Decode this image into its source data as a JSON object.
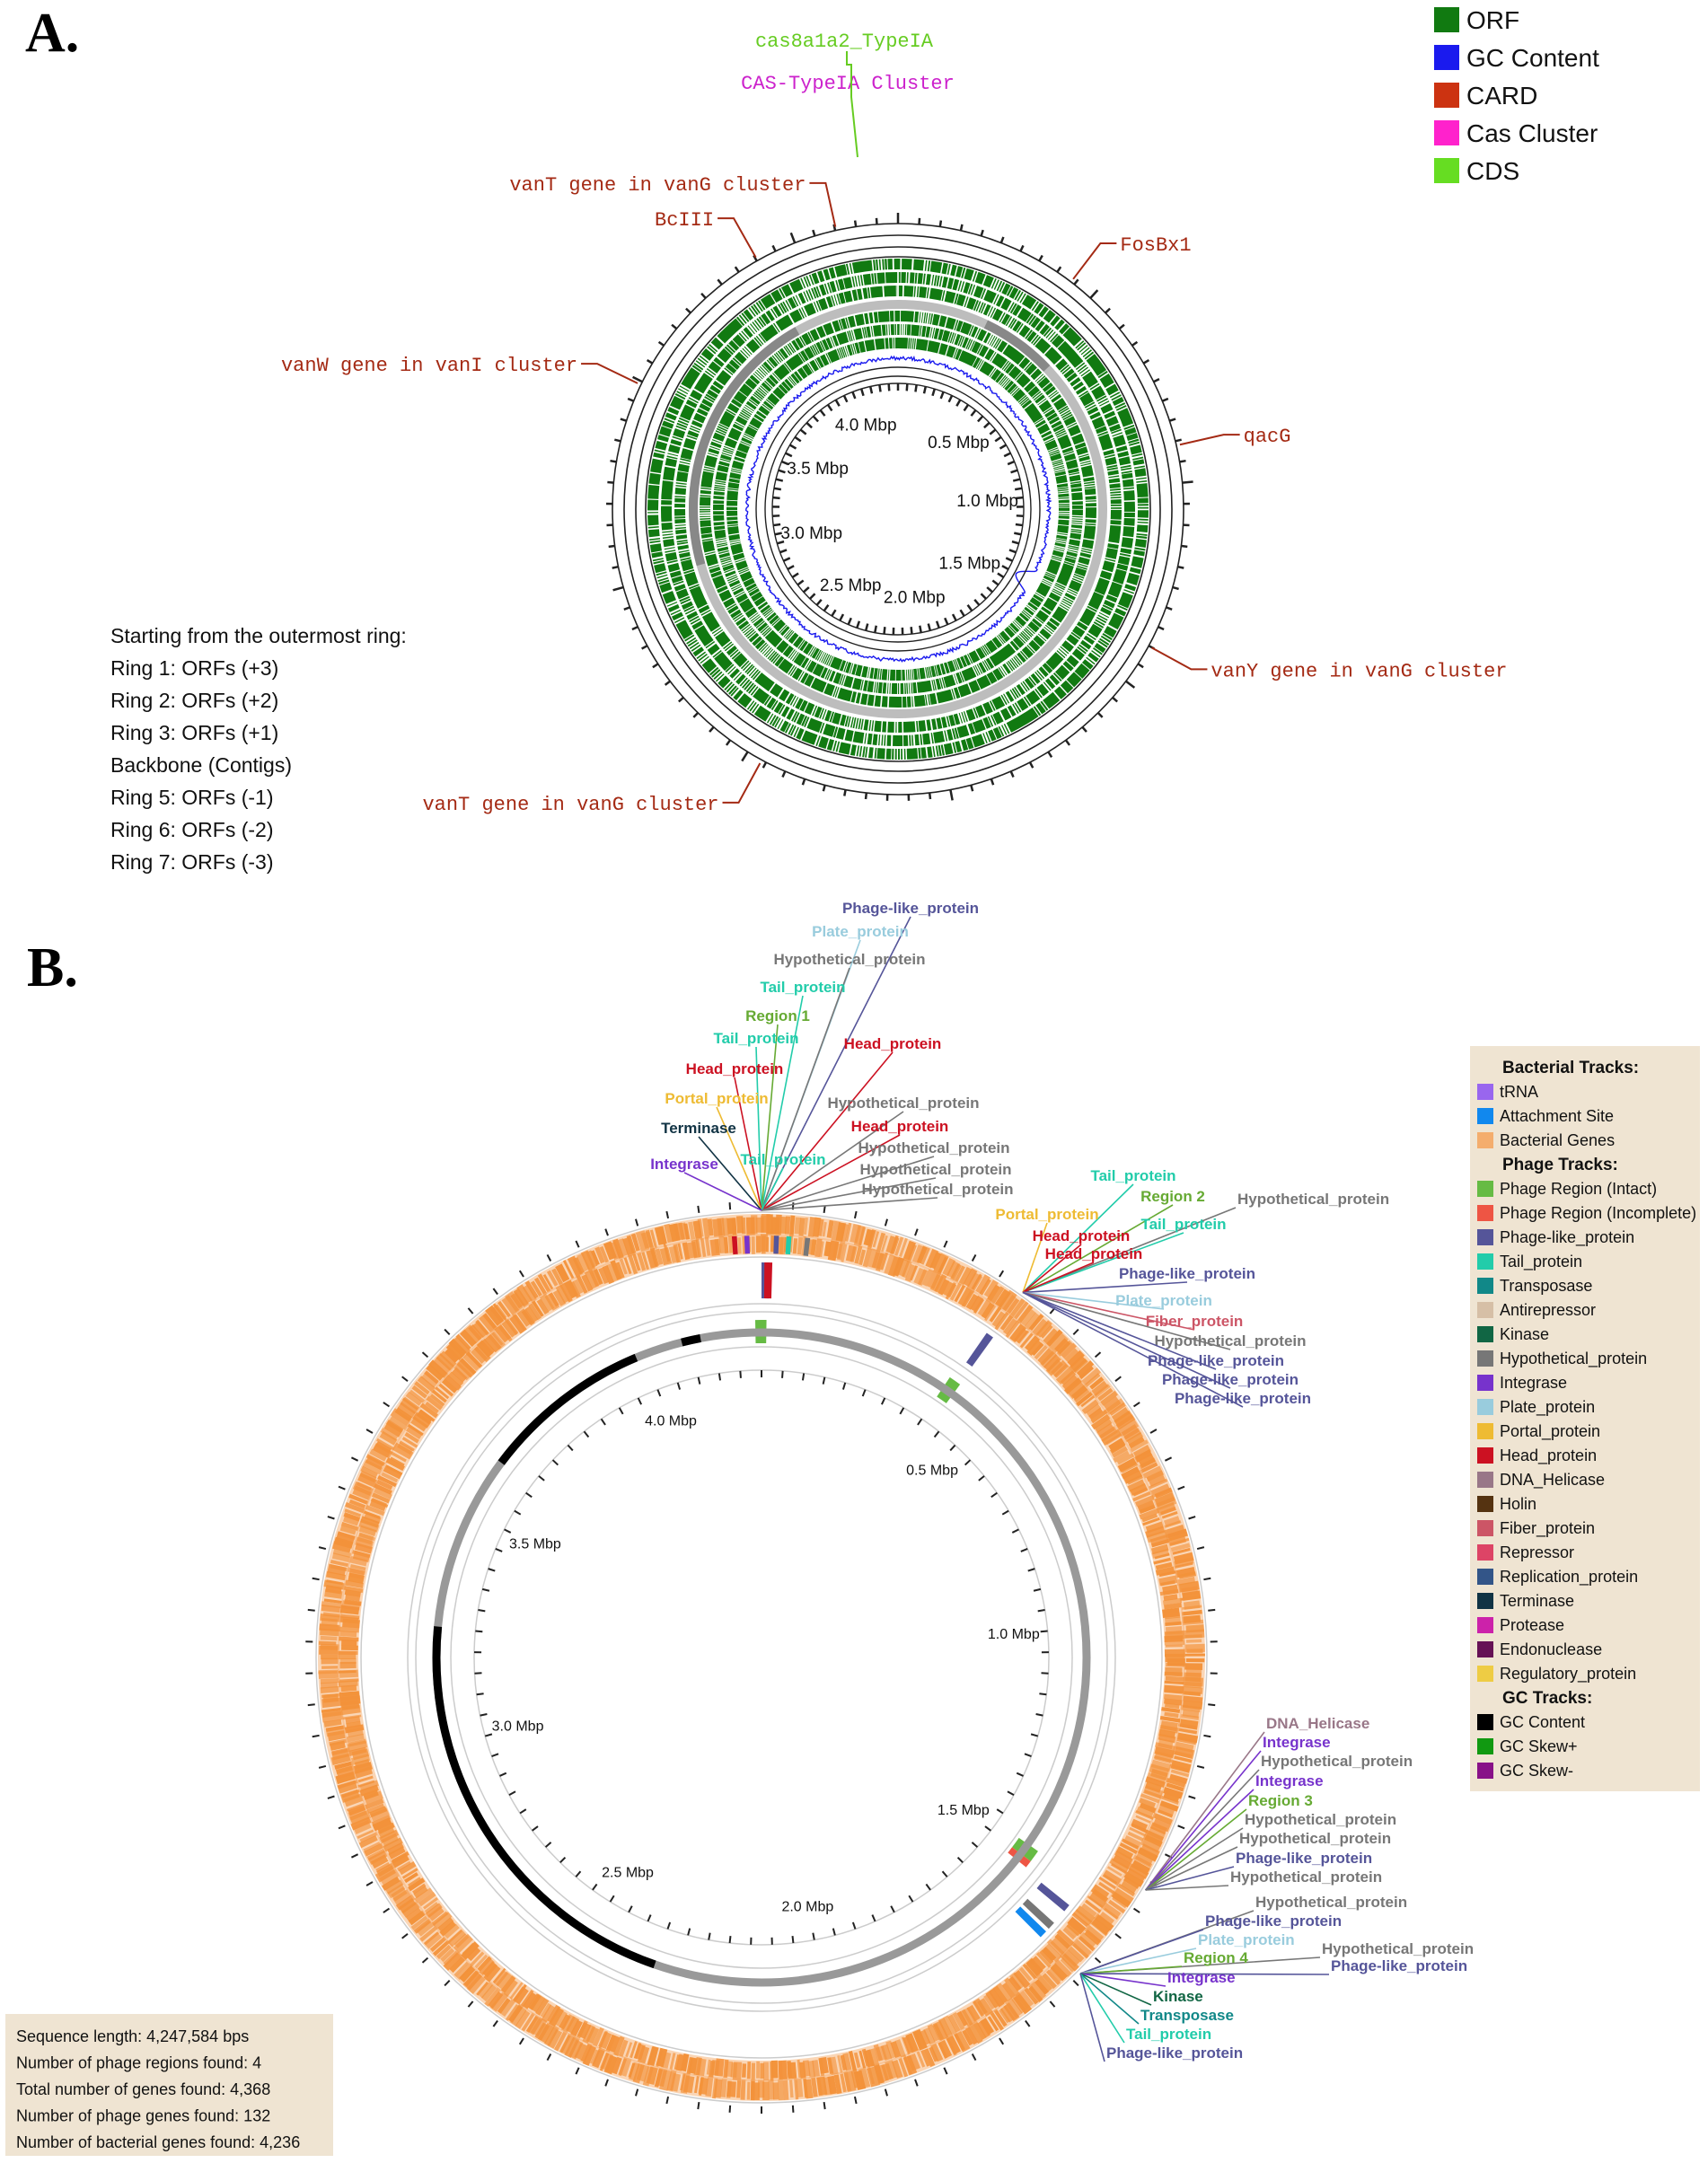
{
  "panelA": {
    "letter": "A.",
    "top_labels": [
      "cas8a1a2_TypeIA",
      "CAS-TypeIA Cluster"
    ],
    "top_label_colors": [
      "#66cc22",
      "#cc22cc"
    ],
    "annotations": [
      {
        "label": "vanT gene in vanG cluster",
        "pos_mbp": 4.1
      },
      {
        "label": "BcIII",
        "pos_mbp": 3.9
      },
      {
        "label": "vanW gene in vanI cluster",
        "pos_mbp": 3.49
      },
      {
        "label": "FosBx1",
        "pos_mbp": 0.44
      },
      {
        "label": "qacG",
        "pos_mbp": 0.91
      },
      {
        "label": "vanY gene in vanG cluster",
        "pos_mbp": 1.4
      },
      {
        "label": "vanT gene in vanG cluster",
        "pos_mbp": 2.46
      }
    ],
    "legend": [
      {
        "label": "ORF",
        "color": "#117a11"
      },
      {
        "label": "GC Content",
        "color": "#1a1aee"
      },
      {
        "label": "CARD",
        "color": "#cc3311"
      },
      {
        "label": "Cas Cluster",
        "color": "#ff22cc"
      },
      {
        "label": "CDS",
        "color": "#66dd22"
      }
    ],
    "ring_heading": "Starting from the outermost ring:",
    "rings": [
      "Ring 1: ORFs (+3)",
      "Ring 2: ORFs (+2)",
      "Ring 3: ORFs (+1)",
      "Backbone (Contigs)",
      "Ring 5: ORFs (-1)",
      "Ring 6: ORFs (-2)",
      "Ring 7: ORFs (-3)"
    ],
    "scale_labels": [
      {
        "label": "0.5 Mbp",
        "mbp": 0.5
      },
      {
        "label": "1.0 Mbp",
        "mbp": 1.0
      },
      {
        "label": "1.5 Mbp",
        "mbp": 1.5
      },
      {
        "label": "2.0 Mbp",
        "mbp": 2.0
      },
      {
        "label": "2.5 Mbp",
        "mbp": 2.5
      },
      {
        "label": "3.0 Mbp",
        "mbp": 3.0
      },
      {
        "label": "3.5 Mbp",
        "mbp": 3.5
      },
      {
        "label": "4.0 Mbp",
        "mbp": 4.0
      }
    ]
  },
  "panelB": {
    "letter": "B.",
    "colors": {
      "tRNA": "#9966ee",
      "Attachment Site": "#1188ee",
      "Bacterial Genes": "#f4ad6d",
      "Phage Region (Intact)": "#66bb44",
      "Phage Region (Incomplete)": "#ee5544",
      "Phage-like_protein": "#555599",
      "Tail_protein": "#22ccaa",
      "Transposase": "#118888",
      "Antirepressor": "#d6bfa6",
      "Kinase": "#116644",
      "Hypothetical_protein": "#777777",
      "Integrase": "#7733cc",
      "Plate_protein": "#99ccdd",
      "Portal_protein": "#eebb33",
      "Head_protein": "#cc1122",
      "DNA_Helicase": "#997788",
      "Holin": "#553311",
      "Fiber_protein": "#cc5566",
      "Repressor": "#dd4466",
      "Replication_protein": "#335588",
      "Terminase": "#113344",
      "Protease": "#cc22aa",
      "Endonuclease": "#661155",
      "Regulatory_protein": "#eecc44",
      "Region": "#66aa33",
      "GC Content": "#000000",
      "GC Skew+": "#119911",
      "GC Skew-": "#881188"
    },
    "legend": {
      "Bacterial Tracks:": [
        "tRNA",
        "Attachment Site",
        "Bacterial Genes"
      ],
      "Phage Tracks:": [
        "Phage Region (Intact)",
        "Phage Region (Incomplete)",
        "Phage-like_protein",
        "Tail_protein",
        "Transposase",
        "Antirepressor",
        "Kinase",
        "Hypothetical_protein",
        "Integrase",
        "Plate_protein",
        "Portal_protein",
        "Head_protein",
        "DNA_Helicase",
        "Holin",
        "Fiber_protein",
        "Repressor",
        "Replication_protein",
        "Terminase",
        "Protease",
        "Endonuclease",
        "Regulatory_protein"
      ],
      "GC Tracks:": [
        "GC Content",
        "GC Skew+",
        "GC Skew-"
      ]
    },
    "clusters": [
      {
        "pos_mbp": 0.0,
        "labels": [
          "Phage-like_protein",
          "Plate_protein",
          "Hypothetical_protein",
          "Tail_protein",
          "Region 1",
          "Tail_protein",
          "Head_protein",
          "Head_protein",
          "Portal_protein",
          "Hypothetical_protein",
          "Terminase",
          "Head_protein",
          "Tail_protein",
          "Hypothetical_protein",
          "Integrase",
          "Hypothetical_protein",
          "Hypothetical_protein"
        ]
      },
      {
        "pos_mbp": 0.41,
        "labels": [
          "Tail_protein",
          "Region 2",
          "Hypothetical_protein",
          "Portal_protein",
          "Tail_protein",
          "Head_protein",
          "Head_protein",
          "Phage-like_protein",
          "Plate_protein",
          "Fiber_protein",
          "Hypothetical_protein",
          "Phage-like_protein",
          "Phage-like_protein",
          "Phage-like_protein"
        ]
      },
      {
        "pos_mbp": 1.49,
        "labels": [
          "DNA_Helicase",
          "Integrase",
          "Hypothetical_protein",
          "Integrase",
          "Region 3",
          "Hypothetical_protein",
          "Hypothetical_protein",
          "Phage-like_protein",
          "Hypothetical_protein"
        ]
      },
      {
        "pos_mbp": 1.6,
        "labels": [
          "Hypothetical_protein",
          "Phage-like_protein",
          "Plate_protein",
          "Hypothetical_protein",
          "Region 4",
          "Phage-like_protein",
          "Integrase",
          "Kinase",
          "Transposase",
          "Tail_protein",
          "Phage-like_protein"
        ]
      }
    ],
    "stats": [
      "Sequence length: 4,247,584 bps",
      "Number of phage regions found: 4",
      "Total number of genes found: 4,368",
      "Number of phage genes found: 132",
      "Number of bacterial genes found: 4,236"
    ],
    "scale_labels": [
      {
        "label": "0.5 Mbp",
        "mbp": 0.5
      },
      {
        "label": "1.0 Mbp",
        "mbp": 1.0
      },
      {
        "label": "1.5 Mbp",
        "mbp": 1.5
      },
      {
        "label": "2.0 Mbp",
        "mbp": 2.0
      },
      {
        "label": "2.5 Mbp",
        "mbp": 2.5
      },
      {
        "label": "3.0 Mbp",
        "mbp": 3.0
      },
      {
        "label": "3.5 Mbp",
        "mbp": 3.5
      },
      {
        "label": "4.0 Mbp",
        "mbp": 4.0
      }
    ]
  }
}
